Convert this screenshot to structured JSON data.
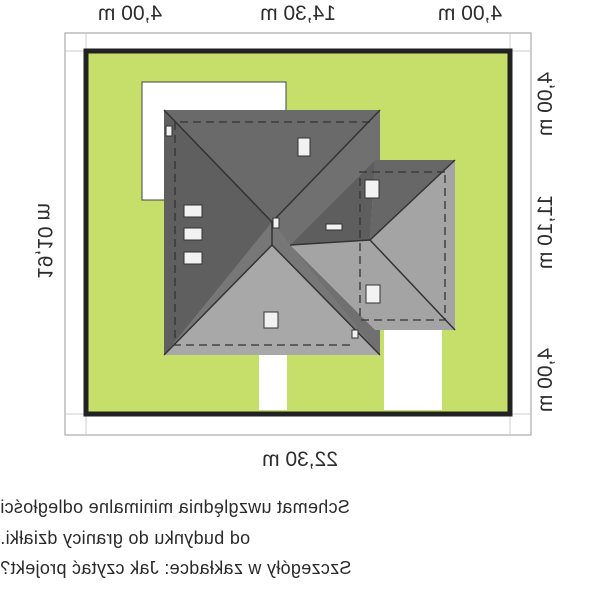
{
  "dimensions": {
    "top_left": "4,00 m",
    "top_middle": "14,30 m",
    "top_right": "4,00 m",
    "bottom": "22,30 m",
    "left": "19,10 m",
    "right_top": "4,00 m",
    "right_middle": "11,10 m",
    "right_bottom": "4,00 m"
  },
  "caption": {
    "line1": "Schemat uwzględnia minimalne odległości",
    "line2": "od budynku do granicy działki.",
    "line3": "Szczegóły w zakładce: Jak czytać projekt?"
  },
  "colors": {
    "plot": "#c6df6a",
    "roof_dark": "#666666",
    "roof_light": "#a6a6a6",
    "border": "#222222",
    "outer": "#ffffff"
  }
}
